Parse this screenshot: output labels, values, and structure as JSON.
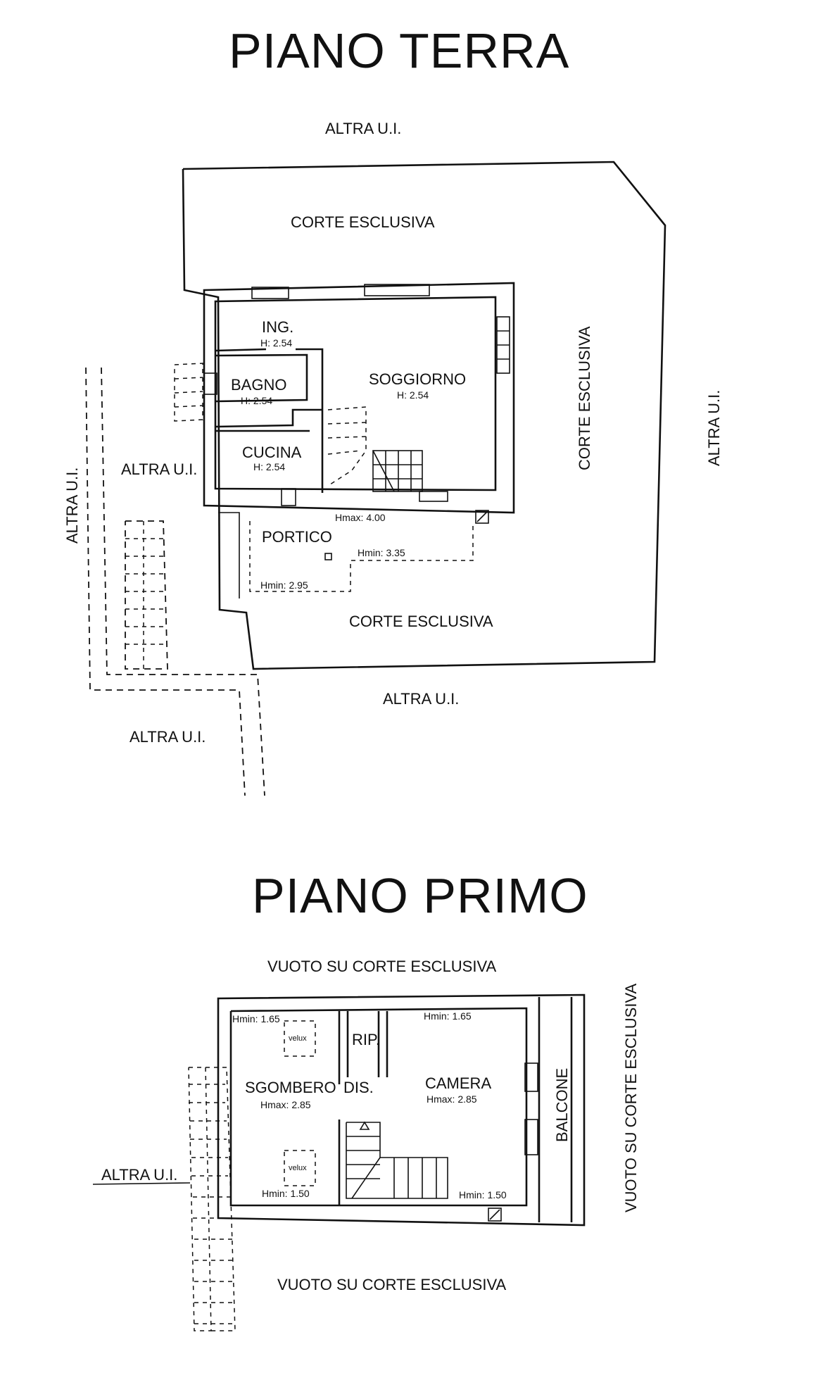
{
  "ground_floor": {
    "title": "PIANO TERRA",
    "rooms": {
      "ingresso": {
        "name": "ING.",
        "height": "H: 2.54"
      },
      "bagno": {
        "name": "BAGNO",
        "height": "H: 2.54"
      },
      "soggiorno": {
        "name": "SOGGIORNO",
        "height": "H: 2.54"
      },
      "cucina": {
        "name": "CUCINA",
        "height": "H: 2.54"
      },
      "portico": {
        "name": "PORTICO",
        "hmax": "Hmax: 4.00",
        "hmin_right": "Hmin: 3.35",
        "hmin_left": "Hmin: 2.95"
      }
    },
    "surroundings": {
      "top": "ALTRA U.I.",
      "court_top": "CORTE ESCLUSIVA",
      "court_right": "CORTE ESCLUSIVA",
      "right": "ALTRA U.I.",
      "left_inner": "ALTRA U.I.",
      "left_outer": "ALTRA U.I.",
      "court_bottom": "CORTE ESCLUSIVA",
      "bottom": "ALTRA U.I.",
      "bottom_left": "ALTRA U.I."
    }
  },
  "first_floor": {
    "title": "PIANO PRIMO",
    "rooms": {
      "sgombero": {
        "name": "SGOMBERO",
        "hmax": "Hmax: 2.85",
        "hmin_top": "Hmin: 1.65",
        "hmin_bottom": "Hmin: 1.50"
      },
      "ripostiglio": {
        "name": "RIP."
      },
      "disimpegno": {
        "name": "DIS."
      },
      "camera": {
        "name": "CAMERA",
        "hmax": "Hmax: 2.85",
        "hmin_top": "Hmin: 1.65",
        "hmin_bottom": "Hmin: 1.50"
      },
      "balcone": {
        "name": "BALCONE"
      }
    },
    "skylights": [
      "velux",
      "velux"
    ],
    "surroundings": {
      "top": "VUOTO SU CORTE ESCLUSIVA",
      "right": "VUOTO SU CORTE ESCLUSIVA",
      "bottom": "VUOTO SU CORTE ESCLUSIVA",
      "left": "ALTRA U.I."
    }
  }
}
